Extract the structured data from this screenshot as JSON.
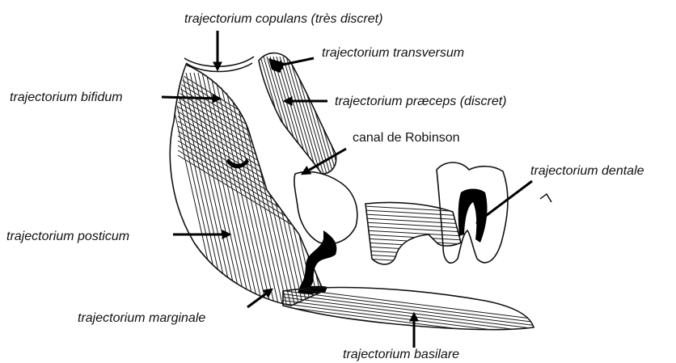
{
  "labels": {
    "copulans": "trajectorium copulans (très discret)",
    "transversum": "trajectorium transversum",
    "bifidum": "trajectorium bifidum",
    "praeceps": "trajectorium præceps (discret)",
    "robinson": "canal de Robinson",
    "dentale": "trajectorium dentale",
    "posticum": "trajectorium posticum",
    "marginale": "trajectorium marginale",
    "basilare": "trajectorium basilare"
  },
  "colors": {
    "ink": "#111111",
    "paper": "#ffffff"
  }
}
